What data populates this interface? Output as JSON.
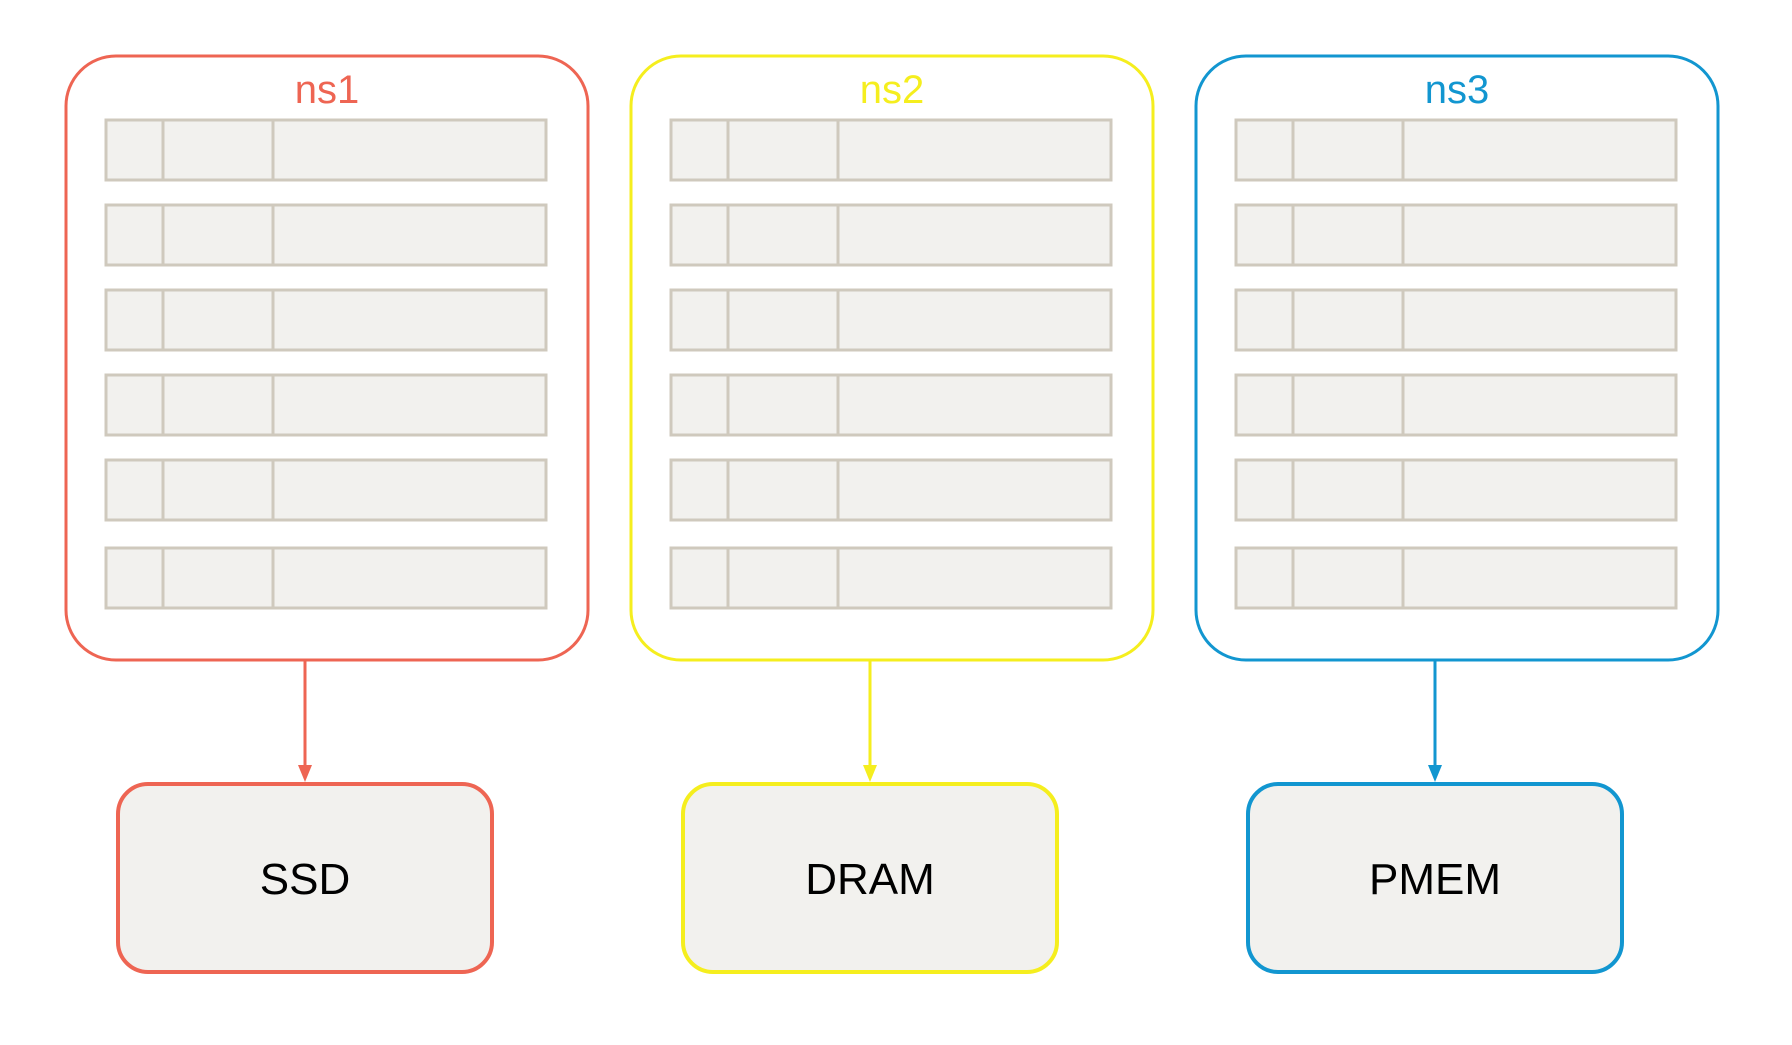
{
  "namespaces": [
    {
      "label": "ns1",
      "color": "#EE6553",
      "device": "SSD"
    },
    {
      "label": "ns2",
      "color": "#F5EE1E",
      "device": "DRAM"
    },
    {
      "label": "ns3",
      "color": "#1296D0",
      "device": "PMEM"
    }
  ],
  "rows_per_namespace": 6,
  "cells_per_row": 3,
  "row_fill": "#F2F1EE",
  "row_stroke": "#CFC9BD",
  "device_fill": "#F2F1EE",
  "device_text_color": "#000000"
}
